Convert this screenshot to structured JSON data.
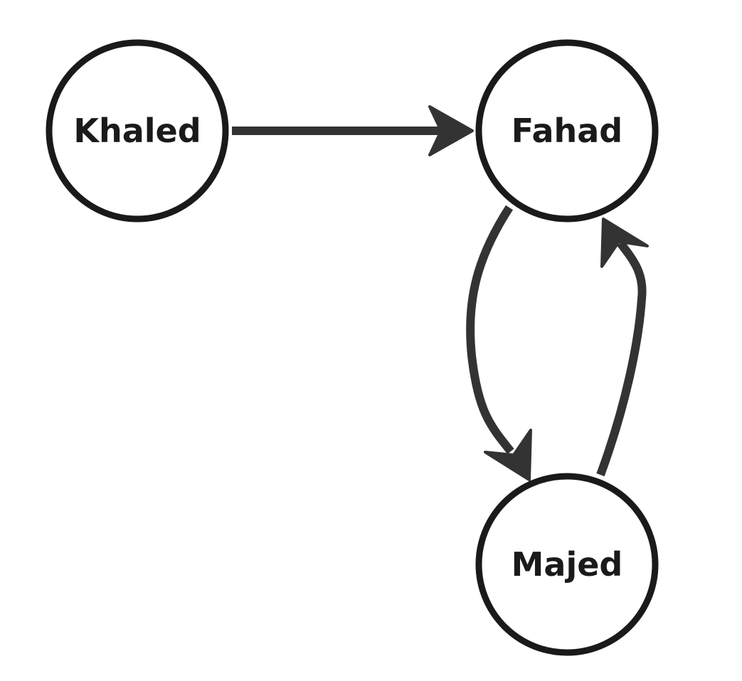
{
  "nodes": {
    "khaled": "Khaled",
    "fahad": "Fahad",
    "majed": "Majed"
  },
  "edges": [
    {
      "from": "Khaled",
      "to": "Fahad"
    },
    {
      "from": "Fahad",
      "to": "Majed"
    },
    {
      "from": "Majed",
      "to": "Fahad"
    }
  ],
  "colors": {
    "node_stroke": "#1a1a1a",
    "edge": "#333333",
    "background": "#ffffff"
  }
}
